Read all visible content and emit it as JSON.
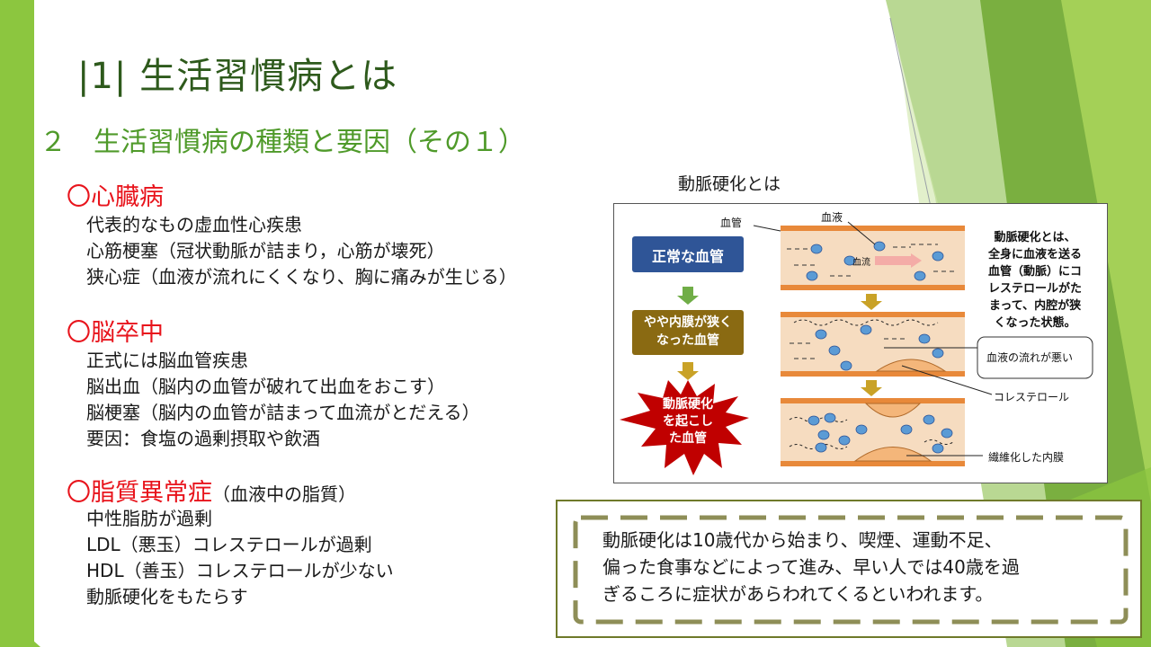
{
  "slide": {
    "title": "|1|  生活習慣病とは",
    "subtitle": "２　生活習慣病の種類と要因（その１）"
  },
  "sections": [
    {
      "heading": "〇心臓病",
      "note": "",
      "items": [
        "代表的なもの虚血性心疾患",
        "心筋梗塞（冠状動脈が詰まり，心筋が壊死）",
        "狭心症（血液が流れにくくなり、胸に痛みが生じる）"
      ]
    },
    {
      "heading": "〇脳卒中",
      "note": "",
      "items": [
        "正式には脳血管疾患",
        "脳出血（脳内の血管が破れて出血をおこす）",
        "脳梗塞（脳内の血管が詰まって血流がとだえる）",
        "要因：食塩の過剰摂取や飲酒"
      ]
    },
    {
      "heading": "〇脂質異常症",
      "note": "（血液中の脂質）",
      "items": [
        "中性脂肪が過剰",
        "LDL（悪玉）コレステロールが過剰",
        "HDL（善玉）コレステロールが少ない",
        "動脈硬化をもたらす"
      ]
    }
  ],
  "figure": {
    "title": "動脈硬化とは",
    "labels": {
      "vessel": "血管",
      "blood": "血液",
      "flow": "血流",
      "bad_flow": "血液の流れが悪い",
      "cholesterol": "コレステロール",
      "fibrosis": "繊維化した内膜"
    },
    "stages": [
      "正常な血管",
      "やや内膜が狭くなった血管",
      "動脈硬化を起こした血管"
    ],
    "stage_lines": [
      [
        "正常な血管"
      ],
      [
        "やや内膜が狭く",
        "なった血管"
      ],
      [
        "動脈硬化",
        "を起こし",
        "た血管"
      ]
    ],
    "description_lines": [
      "動脈硬化とは、",
      "全身に血液を送る",
      "血管（動脈）にコ",
      "レステロールがた",
      "まって、内腔が狭",
      "くなった状態。"
    ]
  },
  "callout": {
    "lines": [
      "動脈硬化は10歳代から始まり、喫煙、運動不足、",
      "偏った食事などによって進み、早い人では40歳を過",
      "ぎるころに症状があらわれてくるといわれます。"
    ]
  },
  "colors": {
    "title": "#2e5a1c",
    "subtitle": "#4f9a2a",
    "heading_red": "#e8141c",
    "vessel_orange": "#e8893a",
    "lumen": "#f6dcc0",
    "cell_blue": "#5b9bd5",
    "stage_blue": "#2f5597",
    "stage_gold": "#8a6a12",
    "stage_red": "#c00000",
    "arrow_green": "#70ad47",
    "arrow_gold": "#c9a227",
    "callout_border": "#6f7a2a",
    "deco_green": "#8cc63f"
  }
}
